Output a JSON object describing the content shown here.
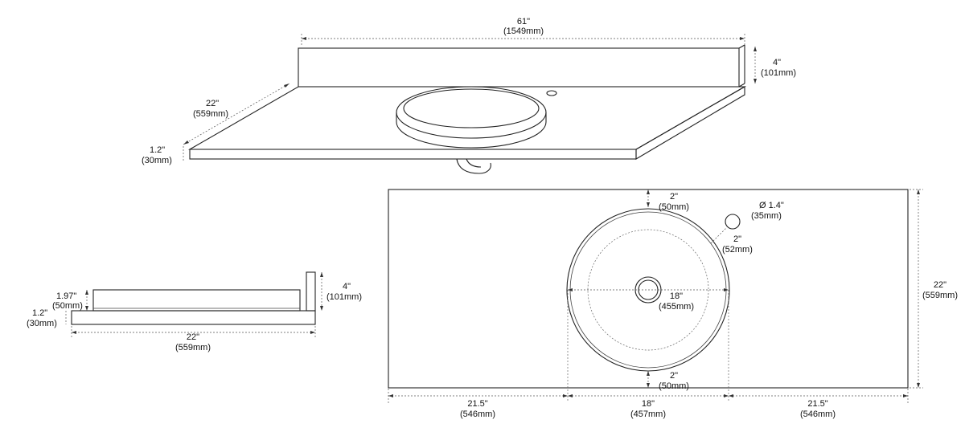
{
  "top_view": {
    "width_in": "61\"",
    "width_mm": "(1549mm)",
    "backsplash_in": "4\"",
    "backsplash_mm": "(101mm)",
    "depth_in": "22\"",
    "depth_mm": "(559mm)",
    "thick_in": "1.2\"",
    "thick_mm": "(30mm)"
  },
  "side_view": {
    "basin_in": "1.97\"",
    "basin_mm": "(50mm)",
    "thick_in": "1.2\"",
    "thick_mm": "(30mm)",
    "backsplash_in": "4\"",
    "backsplash_mm": "(101mm)",
    "depth_in": "22\"",
    "depth_mm": "(559mm)"
  },
  "plan_view": {
    "top_gap_in": "2\"",
    "top_gap_mm": "(50mm)",
    "hole_dia_in": "Ø 1.4\"",
    "hole_dia_mm": "(35mm)",
    "hole_gap_in": "2\"",
    "hole_gap_mm": "(52mm)",
    "basin_in": "18\"",
    "basin_mm": "(455mm)",
    "bottom_gap_in": "2\"",
    "bottom_gap_mm": "(50mm)",
    "depth_in": "22\"",
    "depth_mm": "(559mm)",
    "left_in": "21.5\"",
    "left_mm": "(546mm)",
    "center_in": "18\"",
    "center_mm": "(457mm)",
    "right_in": "21.5\"",
    "right_mm": "(546mm)"
  }
}
